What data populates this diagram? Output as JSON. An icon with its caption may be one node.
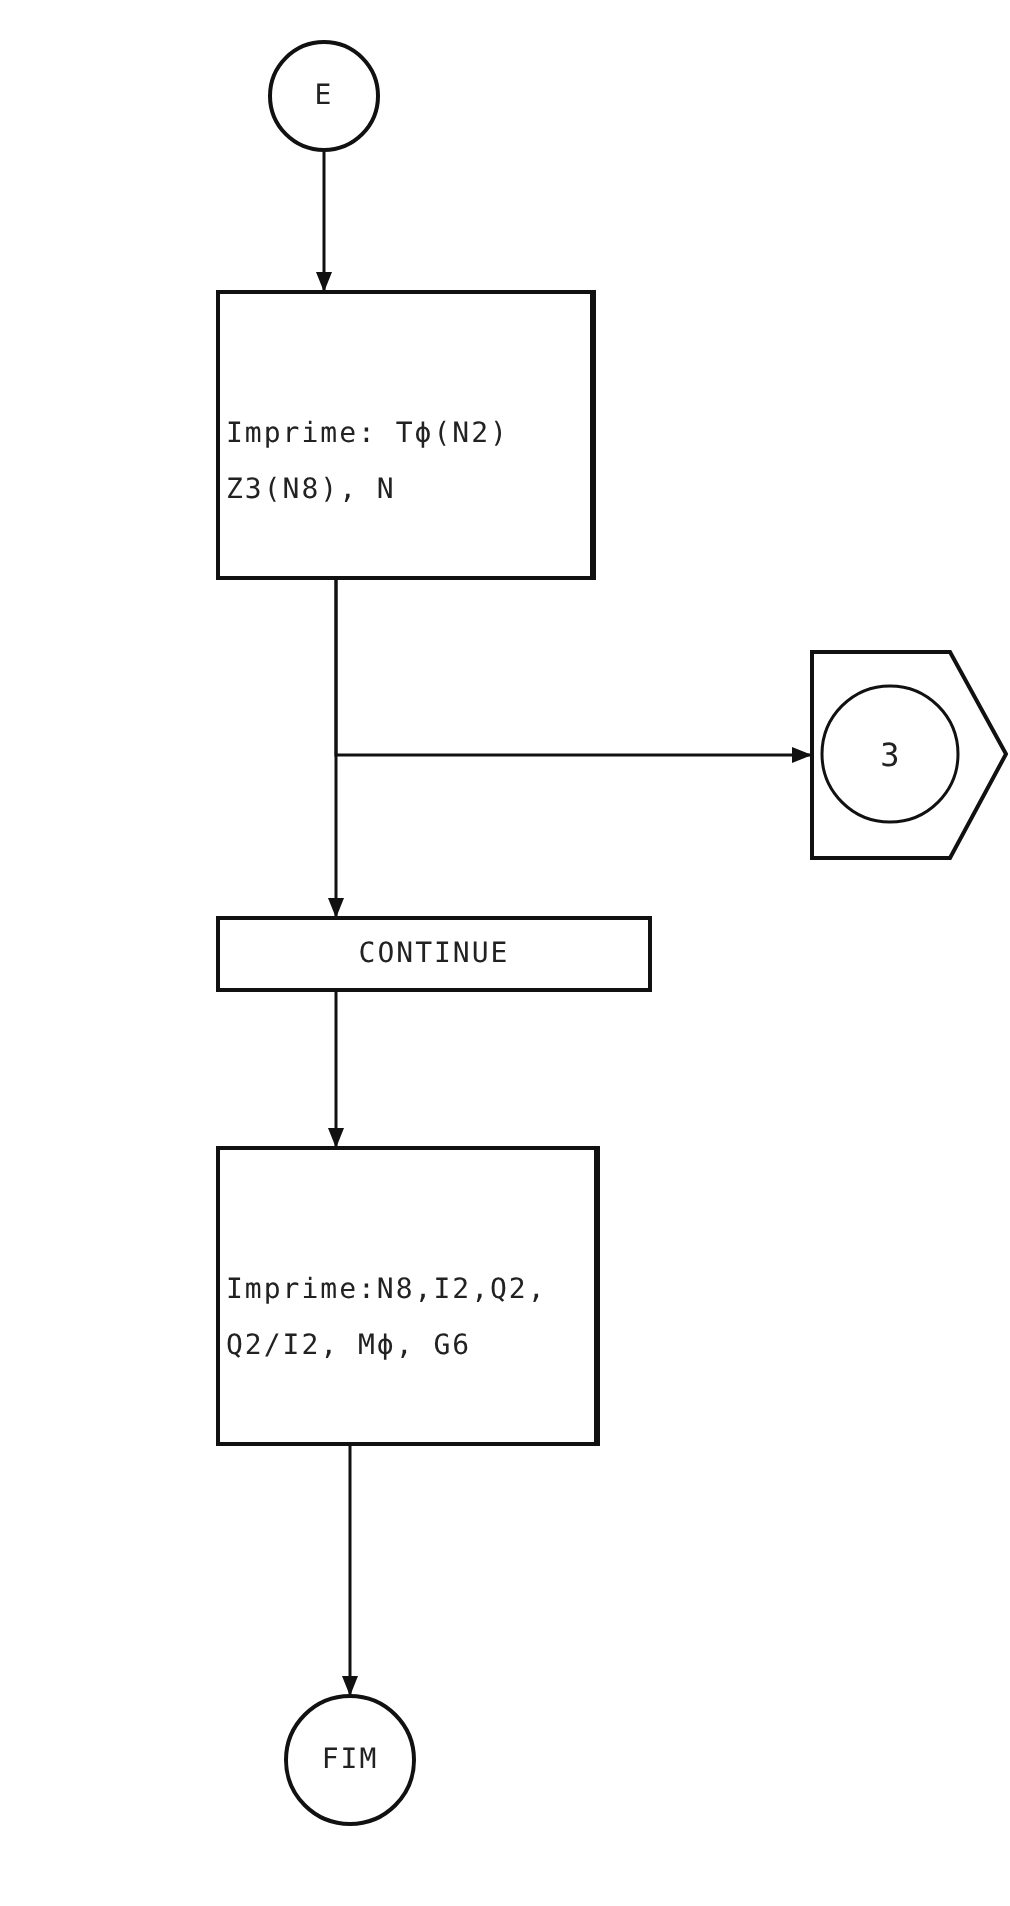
{
  "diagram": {
    "nodes": [
      {
        "text": [
          "E"
        ]
      },
      {
        "text": [
          "Imprime: Tϕ(N2) Z3(N8), N"
        ]
      },
      {
        "text": [
          "3"
        ]
      },
      {
        "text": [
          "CONTINUE"
        ]
      },
      {
        "text": [
          "Imprime:N8,I2,Q2, Q2/I2, Mϕ, G6"
        ]
      },
      {
        "text": [
          "FIM"
        ]
      }
    ],
    "edges": [
      {
        "from": 0,
        "to": 1,
        "arrow": "to"
      },
      {
        "from": 1,
        "to": 2,
        "arrow": "to"
      },
      {
        "from": 1,
        "to": 3,
        "arrow": "to"
      },
      {
        "from": 3,
        "to": 4,
        "arrow": "to"
      },
      {
        "from": 4,
        "to": 5,
        "arrow": "to"
      }
    ]
  }
}
